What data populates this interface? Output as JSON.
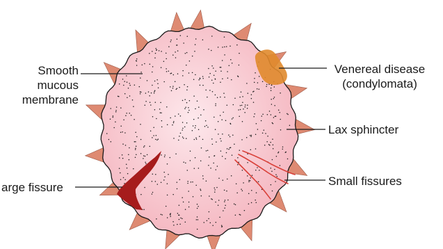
{
  "labels": {
    "smooth": [
      "Smooth",
      "mucous",
      "membrane"
    ],
    "venereal": [
      "Venereal disease",
      "(condylomata)"
    ],
    "lax": "Lax sphincter",
    "small": "Small fissures",
    "large": "arge fissure"
  },
  "colors": {
    "body_fill_center": "#fde8ec",
    "body_fill_edge": "#f4b3bd",
    "body_outline": "#1a1a1a",
    "spike_fill": "#de8a72",
    "venereal_fill": "#e08a2c",
    "large_fissure_fill": "#a61c1c",
    "small_fissure_stroke": "#d9413a",
    "leader_line": "#1a1a1a",
    "stipple": "#1a1a1a"
  }
}
